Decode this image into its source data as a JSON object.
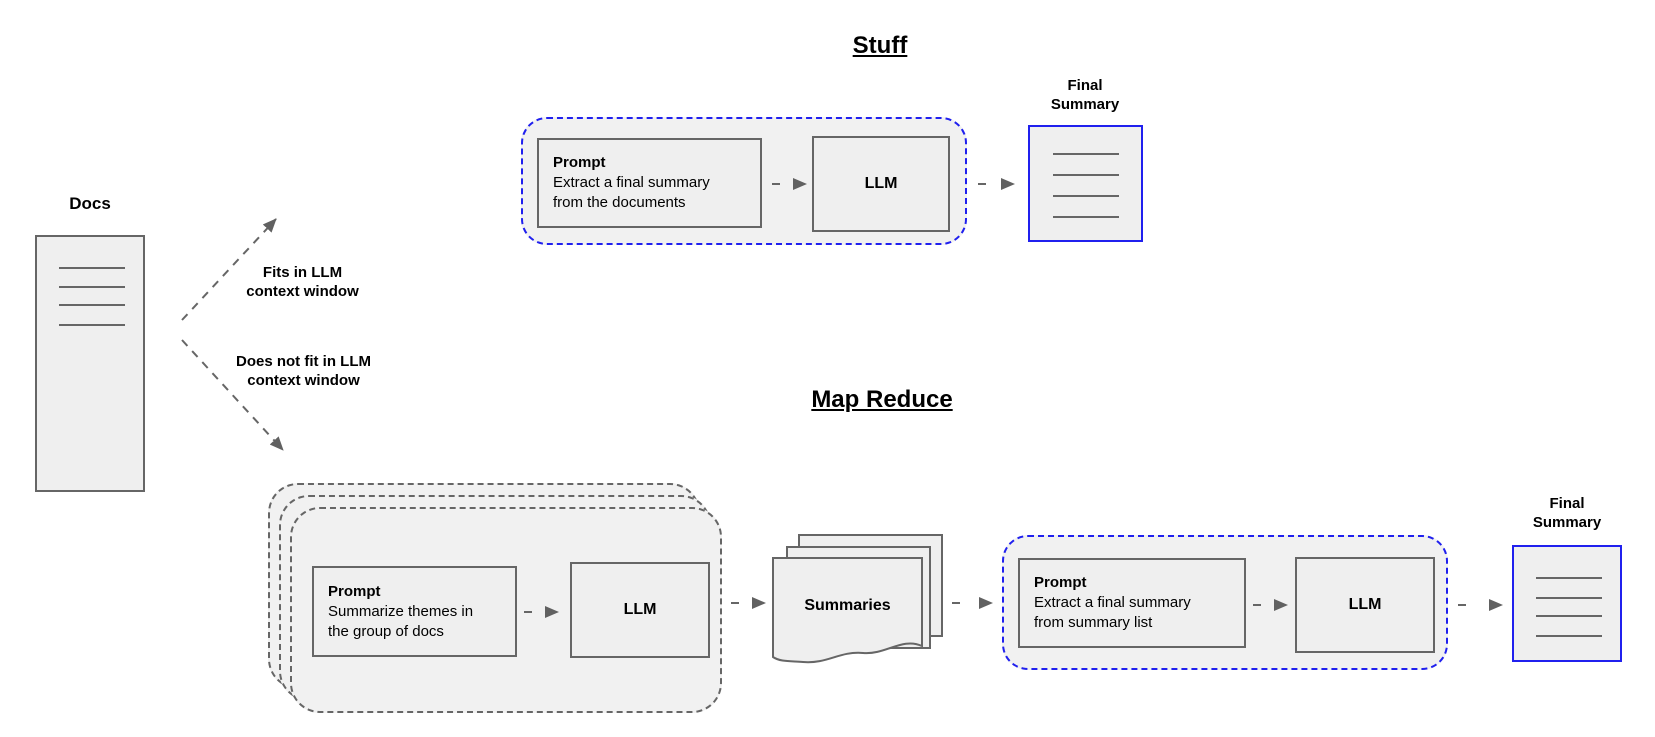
{
  "colors": {
    "accent_blue": "#2020ee",
    "line_gray": "#666666",
    "panel_fill": "#f1f1f1",
    "node_fill": "#efefef"
  },
  "docs": {
    "label": "Docs"
  },
  "branches": {
    "fits": {
      "line1": "Fits in LLM",
      "line2": "context window"
    },
    "overflow": {
      "line1": "Does not fit in LLM",
      "line2": "context window"
    }
  },
  "stuff": {
    "title": "Stuff",
    "prompt": {
      "title": "Prompt",
      "body_line1": "Extract a final summary",
      "body_line2": "from the documents"
    },
    "llm_label": "LLM",
    "final": {
      "line1": "Final",
      "line2": "Summary"
    }
  },
  "map_reduce": {
    "title": "Map Reduce",
    "map_prompt": {
      "title": "Prompt",
      "body_line1": "Summarize themes in",
      "body_line2": "the group of docs"
    },
    "map_llm_label": "LLM",
    "summaries_label": "Summaries",
    "reduce_prompt": {
      "title": "Prompt",
      "body_line1": "Extract a final summary",
      "body_line2": "from summary list"
    },
    "reduce_llm_label": "LLM",
    "final": {
      "line1": "Final",
      "line2": "Summary"
    }
  }
}
